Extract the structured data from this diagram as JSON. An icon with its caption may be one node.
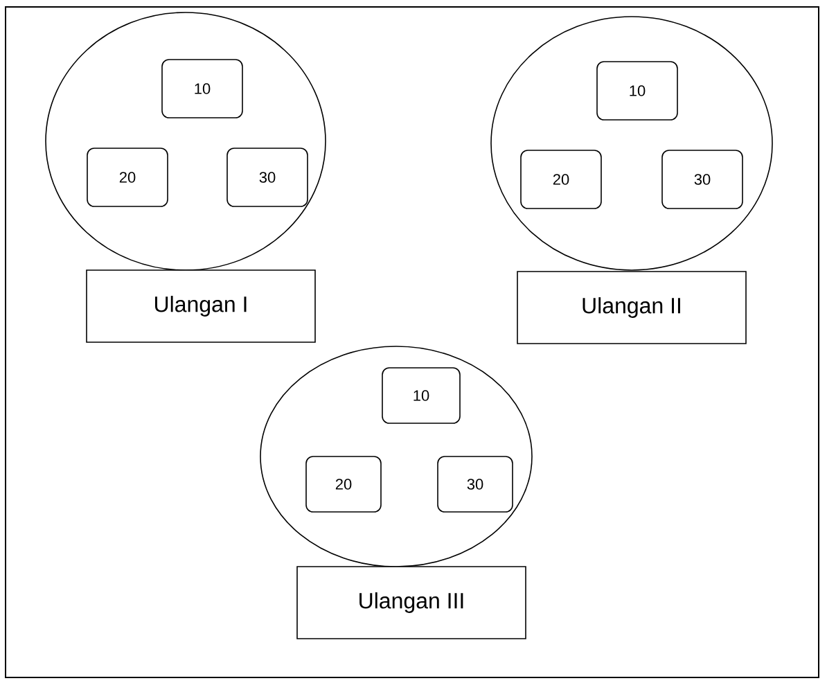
{
  "diagram": {
    "nodes": [
      {
        "text": [],
        "shape": "circle"
      },
      {
        "text": [
          "10"
        ],
        "in": 0
      },
      {
        "text": [
          "20"
        ],
        "in": 0
      },
      {
        "text": [
          "30"
        ],
        "in": 0
      },
      {
        "text": [
          "Ulangan I"
        ]
      },
      {
        "text": [],
        "shape": "circle"
      },
      {
        "text": [
          "10"
        ],
        "in": 5
      },
      {
        "text": [
          "20"
        ],
        "in": 5
      },
      {
        "text": [
          "30"
        ],
        "in": 5
      },
      {
        "text": [
          "Ulangan II"
        ]
      },
      {
        "text": [],
        "shape": "circle"
      },
      {
        "text": [
          "10"
        ],
        "in": 10
      },
      {
        "text": [
          "20"
        ],
        "in": 10
      },
      {
        "text": [
          "30"
        ],
        "in": 10
      },
      {
        "text": [
          "Ulangan III"
        ]
      }
    ]
  }
}
